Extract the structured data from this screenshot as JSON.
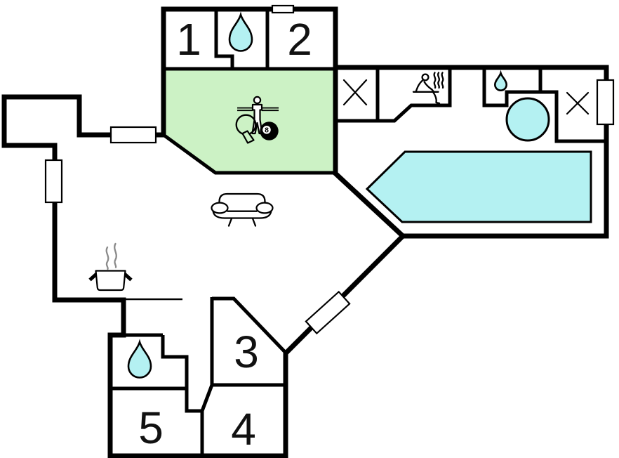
{
  "colors": {
    "wall": "#000000",
    "ink": "#111111",
    "green": "#ccf2c5",
    "cyan": "#b4f1f2",
    "steam": "#8a8a8a",
    "paper": "#ffffff"
  },
  "rooms": [
    {
      "id": "bedroom-1",
      "label": "1"
    },
    {
      "id": "bedroom-2",
      "label": "2"
    },
    {
      "id": "bedroom-3",
      "label": "3"
    },
    {
      "id": "bedroom-4",
      "label": "4"
    },
    {
      "id": "bedroom-5",
      "label": "5"
    }
  ],
  "game_room": {
    "floor_fill": "green",
    "eight_ball_label": "8",
    "icons": [
      "foosball-player",
      "table-tennis-paddle",
      "billiard-8-ball"
    ]
  },
  "water_features": {
    "pool": {
      "shape": "pentagon",
      "fill": "cyan"
    },
    "hot_tub": {
      "shape": "circle",
      "fill": "cyan"
    },
    "water_drop_count": 3
  },
  "other_icons": [
    "sauna-person",
    "steam-lines",
    "cooking-pot",
    "sofa",
    "x-mark",
    "window"
  ],
  "x_mark_count": 2,
  "window_count": 5
}
